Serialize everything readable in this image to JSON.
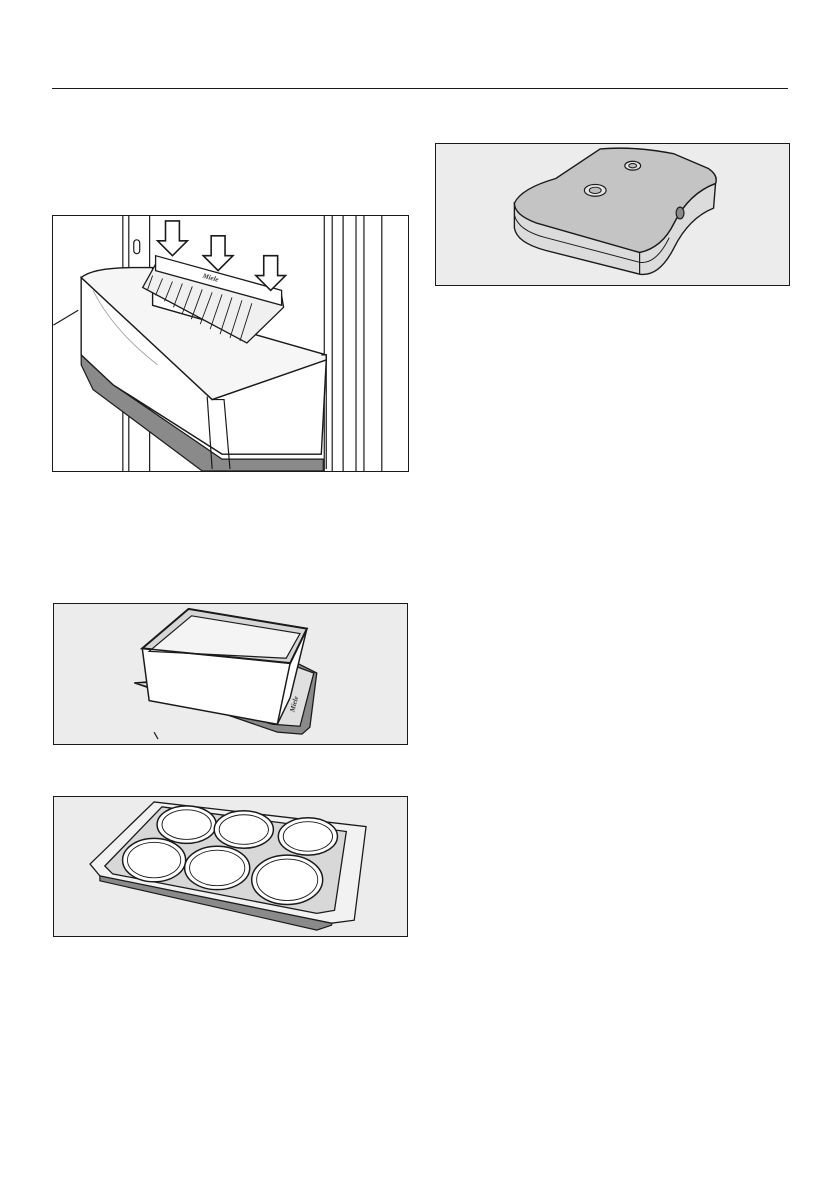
{
  "figures": {
    "door_shelf": {
      "logo": "Miele"
    },
    "storage_box": {
      "logo": "Miele"
    },
    "bottle_holder": {},
    "egg_tray": {
      "egg_count": 6
    }
  },
  "colors": {
    "line": "#1a1a1a",
    "panel_bg": "#ececec",
    "shade": "#d0d0d0",
    "dark_shade": "#8a8a8a"
  }
}
